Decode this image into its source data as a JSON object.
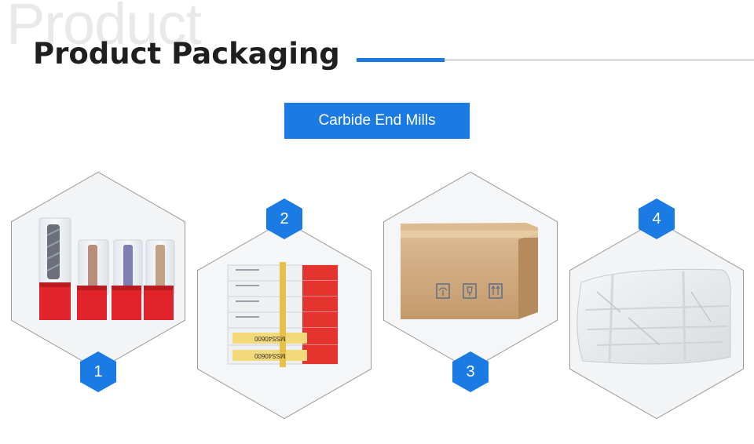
{
  "header": {
    "background_word": "Product",
    "title": "Product Packaging"
  },
  "category_button": {
    "label": "Carbide End Mills"
  },
  "items": [
    {
      "number": "1",
      "image": "end-mills-in-plastic-tubes"
    },
    {
      "number": "2",
      "image": "end-mill-boxes-with-rubber-band"
    },
    {
      "number": "3",
      "image": "cardboard-shipping-box"
    },
    {
      "number": "4",
      "image": "white-wrapped-package"
    }
  ],
  "product_labels": {
    "code": "MSS40600"
  },
  "colors": {
    "accent": "#1a7be4",
    "outline": "#9a9a9a",
    "divider": "#9ea7b0"
  }
}
